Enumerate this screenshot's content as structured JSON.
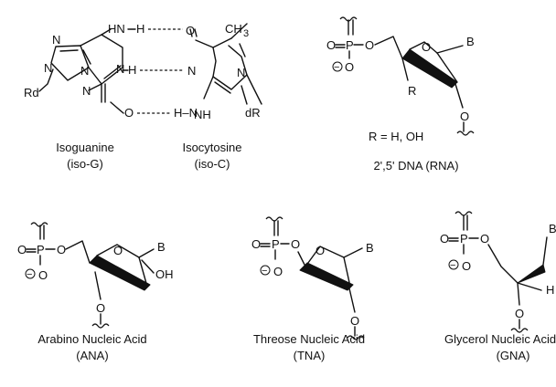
{
  "atoms": {
    "N": "N",
    "O": "O",
    "P": "P",
    "B": "B",
    "H": "H",
    "R": "R",
    "NH": "NH",
    "HN": "H–N",
    "HN_top": "HN",
    "Rd": "Rd",
    "dR": "dR",
    "CH3": "CH",
    "CH3_sub": "3",
    "OH": "OH",
    "minus": "−"
  },
  "isoguanine": {
    "name": "Isoguanine",
    "abbr": "(iso-G)"
  },
  "isocytosine": {
    "name": "Isocytosine",
    "abbr": "(iso-C)"
  },
  "rna": {
    "r_def": "R = H, OH",
    "name": "2',5' DNA (RNA)"
  },
  "ana": {
    "name": "Arabino Nucleic Acid",
    "abbr": "(ANA)"
  },
  "tna": {
    "name": "Threose Nucleic Acid",
    "abbr": "(TNA)"
  },
  "gna": {
    "name": "Glycerol Nucleic Acid",
    "abbr": "(GNA)"
  }
}
